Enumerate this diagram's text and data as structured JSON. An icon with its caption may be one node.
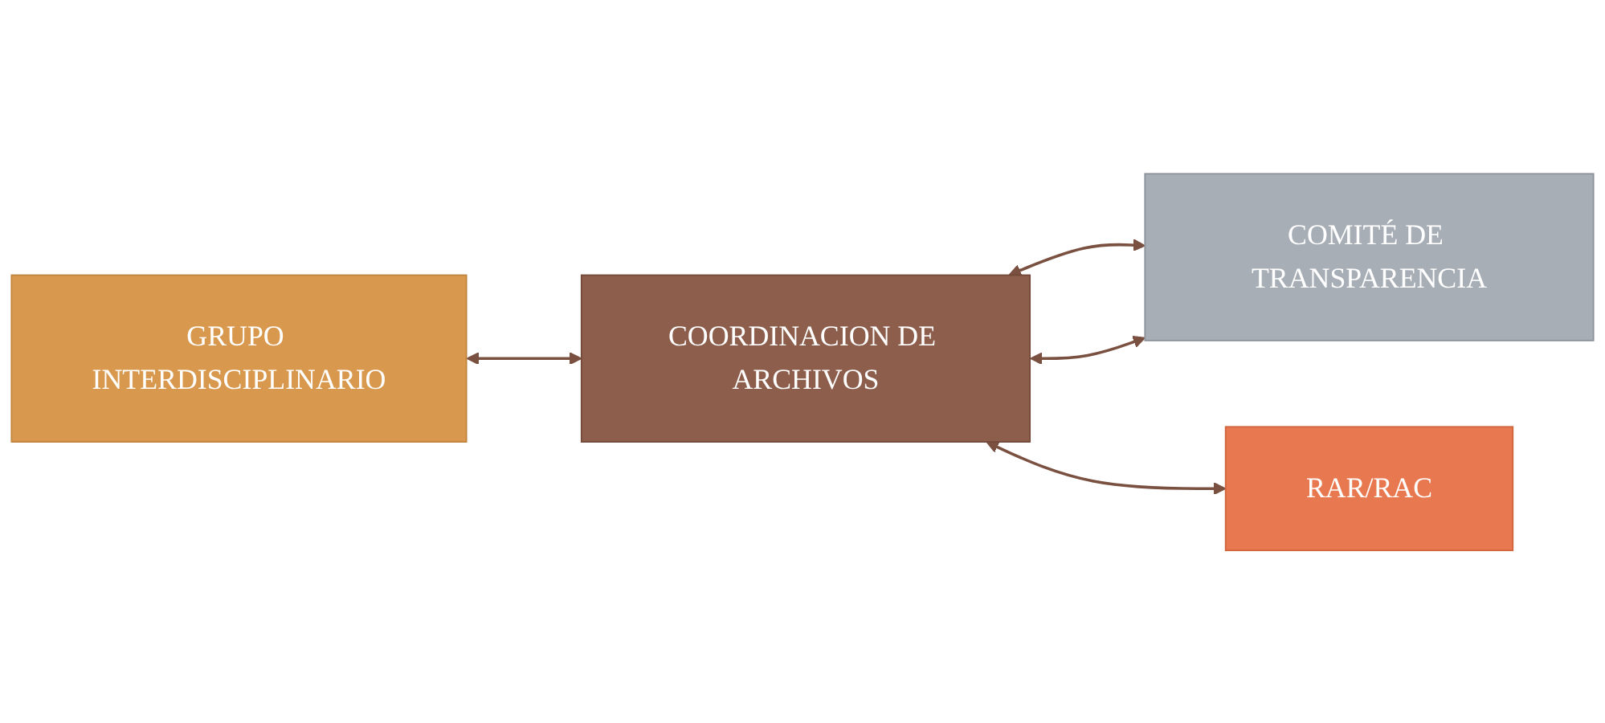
{
  "diagram": {
    "nodes": [
      {
        "text": [
          "GRUPO INTERDISCIPLINARIO"
        ]
      },
      {
        "text": [
          "COORDINACION DE ARCHIVOS"
        ]
      },
      {
        "text": [
          "COMITÉ DE TRANSPARENCIA"
        ]
      },
      {
        "text": [
          "RAR/RAC"
        ]
      }
    ],
    "edges": [
      {
        "from": 0,
        "to": 1,
        "arrow": "both"
      },
      {
        "from": 1,
        "to": 2,
        "arrow": "both"
      },
      {
        "from": 1,
        "to": 2,
        "arrow": "both"
      },
      {
        "from": 1,
        "to": 3,
        "arrow": "both"
      }
    ]
  }
}
